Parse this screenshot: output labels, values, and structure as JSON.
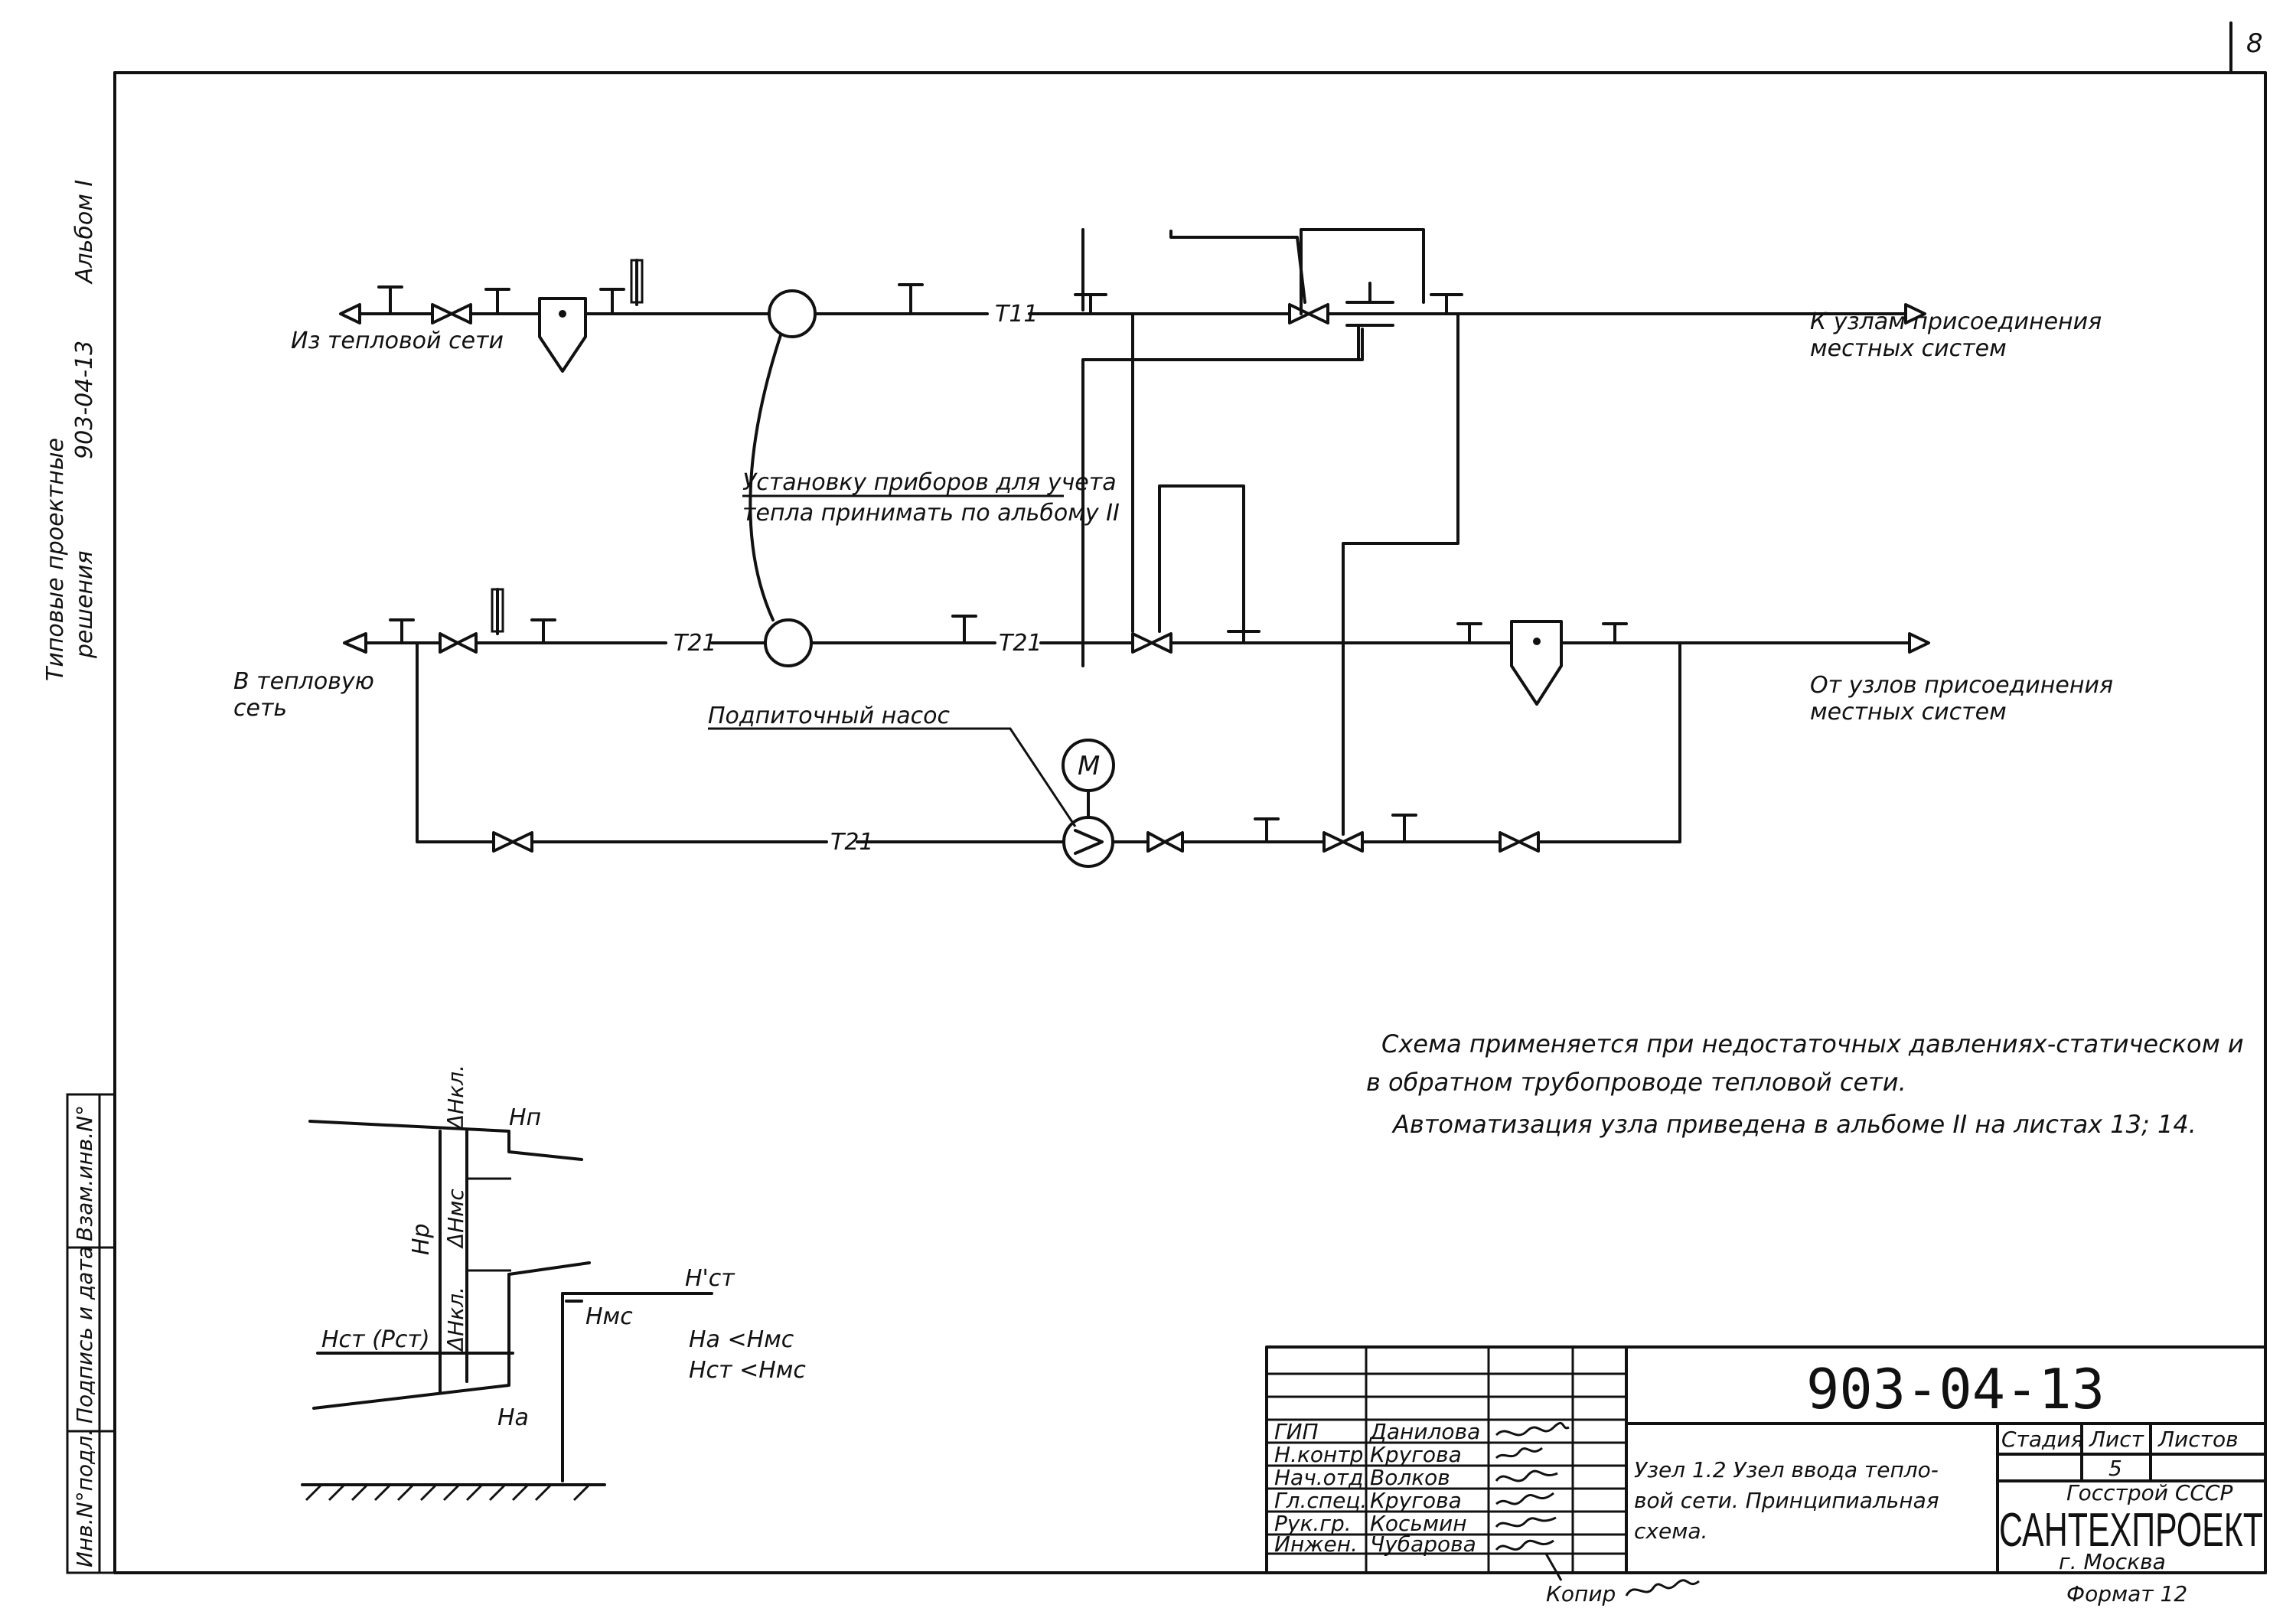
{
  "sheet_number": "8",
  "side_label": {
    "line1": "Типовые проектные",
    "line2": "решения",
    "code": "903-04-13",
    "album": "Альбом I"
  },
  "left_stamp": [
    "Инв.N°подл.",
    "Подпись и дата",
    "Взам.инв.N°"
  ],
  "labels": {
    "from_network": "Из тепловой сети",
    "to_network_line1": "В тепловую",
    "to_network_line2": "сеть",
    "to_local_line1": "К узлам присоединения",
    "to_local_line2": "местных систем",
    "from_local_line1": "От узлов присоединения",
    "from_local_line2": "местных систем",
    "meter_note_line1": "Установку приборов для учета",
    "meter_note_line2": "тепла принимать по альбому II",
    "pump": "Подпиточный насос",
    "motor": "М",
    "t11": "Т11",
    "t21a": "Т21",
    "t21b": "Т21",
    "t21c": "Т21"
  },
  "notes": [
    "Схема применяется при недостаточных давлениях-статическом и",
    "в обратном трубопроводе тепловой сети.",
    "Автоматизация узла приведена в альбоме II на листах 13; 14."
  ],
  "pressure_diagram": {
    "hn": "Нп",
    "hp": "Нр",
    "dhkl_top": "ΔНкл.",
    "dhmc": "ΔНмс",
    "dhkl_bot": "ΔНкл.",
    "hct_prime": "Н'ст",
    "hmc": "Нмс",
    "hct_pct": "Нст (Рст)",
    "ha": "На",
    "cond1": "На <Нмс",
    "cond2": "Нст <Нмс"
  },
  "title_block": {
    "doc_code": "903-04-13",
    "roles": [
      "ГИП",
      "Н.контр.",
      "Нач.отд.",
      "Гл.спец.",
      "Рук.гр.",
      "Инжен."
    ],
    "names": [
      "Данилова",
      "Кругова",
      "Волков",
      "Кругова",
      "Косьмин",
      "Чубарова"
    ],
    "title_line1": "Узел 1.2 Узел ввода тепло-",
    "title_line2": "вой сети. Принципиальная",
    "title_line3": "схема.",
    "stage_label": "Стадия",
    "sheet_label": "Лист",
    "sheets_label": "Листов",
    "sheet_value": "5",
    "org_line": "Госстрой СССР",
    "org_brand": "САНТЕХПРОЕКТ",
    "org_city": "г. Москва",
    "format": "Формат 12",
    "copy": "Копир"
  }
}
